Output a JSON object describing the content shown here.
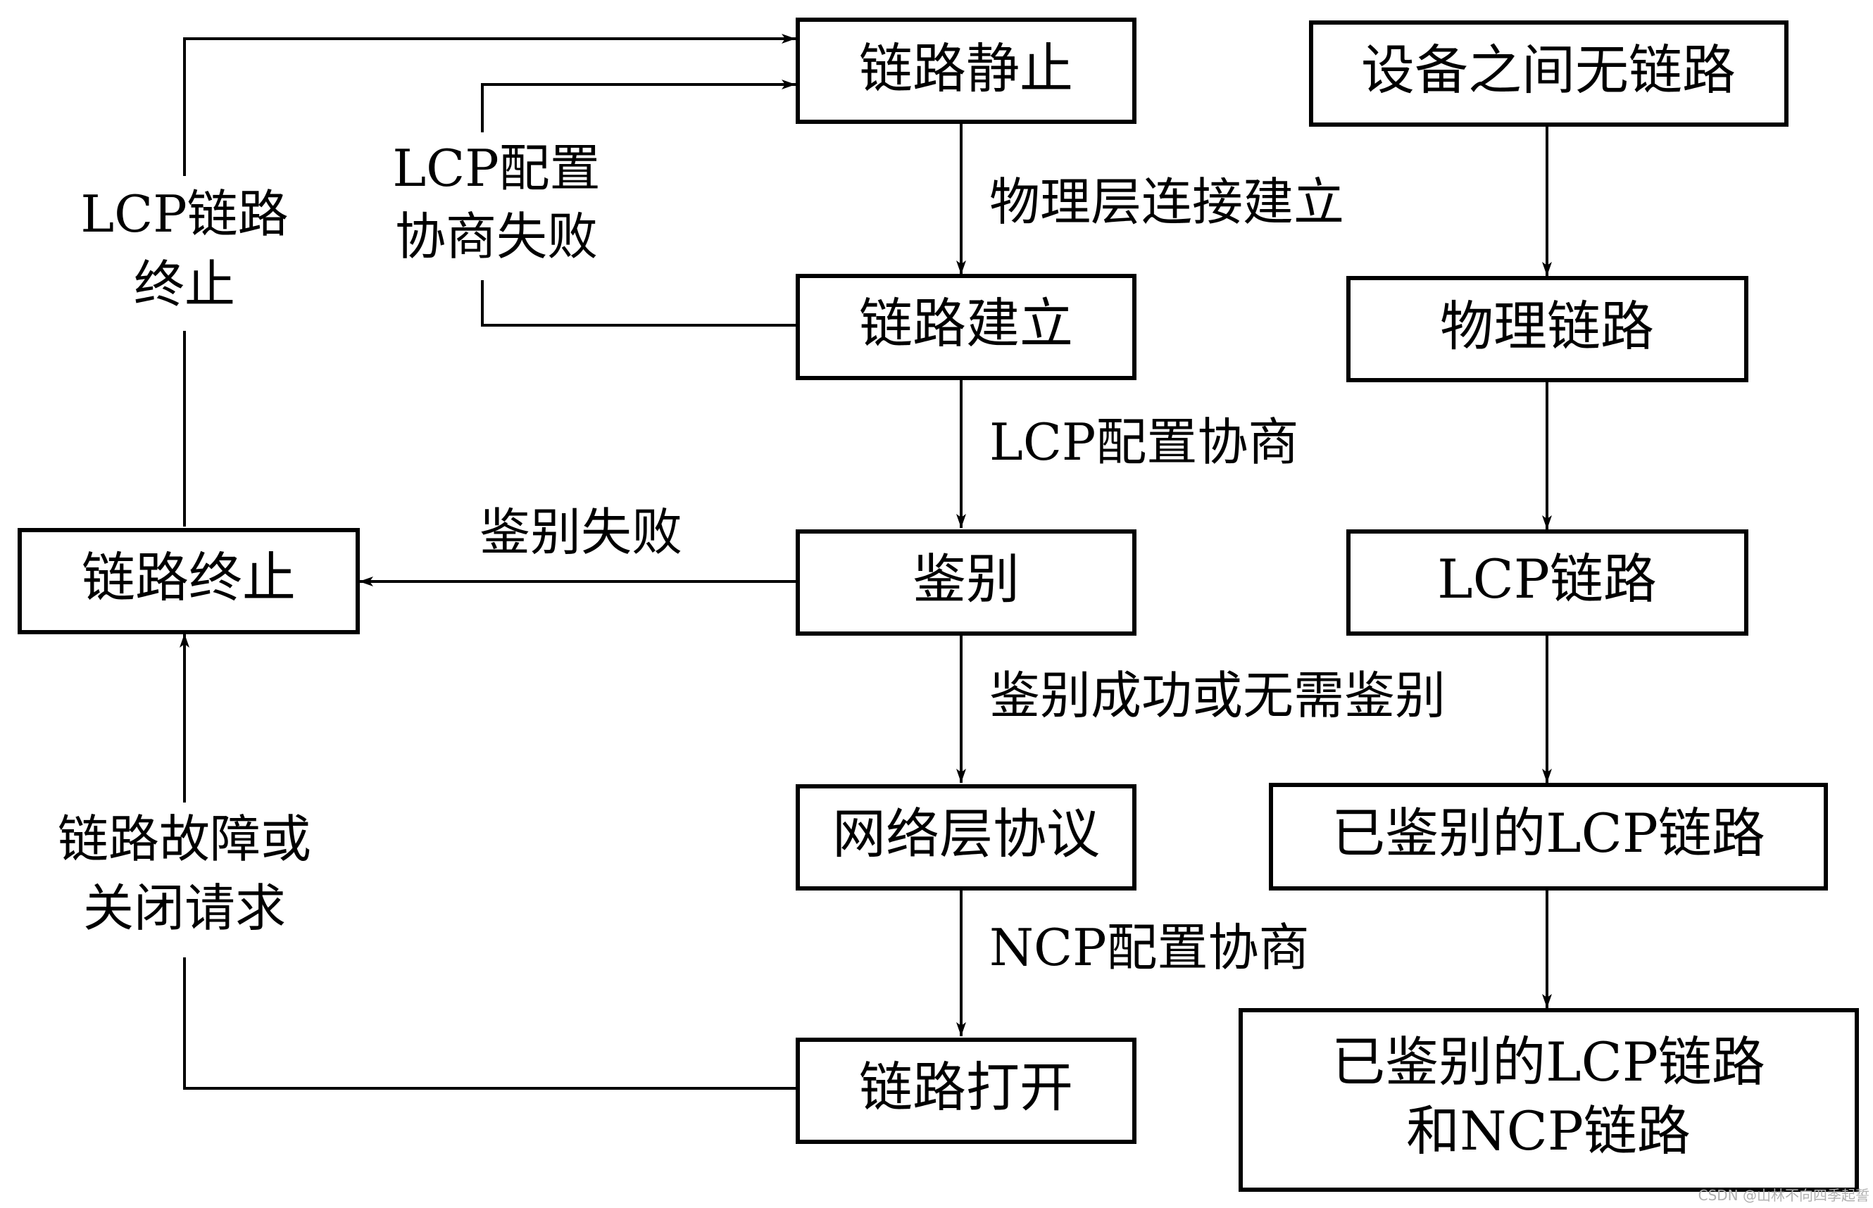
{
  "nodes": {
    "link_dead": "链路静止",
    "link_establish": "链路建立",
    "authenticate": "鉴别",
    "network_layer": "网络层协议",
    "link_open": "链路打开",
    "link_terminate": "链路终止",
    "no_link": "设备之间无链路",
    "physical_link": "物理链路",
    "lcp_link": "LCP链路",
    "auth_lcp_link": "已鉴别的LCP链路",
    "auth_lcp_ncp_line1": "已鉴别的LCP链路",
    "auth_lcp_ncp_line2": "和NCP链路"
  },
  "edges": {
    "physical_up": "物理层连接建立",
    "lcp_negotiate": "LCP配置协商",
    "auth_ok": "鉴别成功或无需鉴别",
    "ncp_negotiate": "NCP配置协商",
    "auth_fail": "鉴别失败",
    "lcp_fail_line1": "LCP配置",
    "lcp_fail_line2": "协商失败",
    "lcp_terminate_line1": "LCP链路",
    "lcp_terminate_line2": "终止",
    "fault_line1": "链路故障或",
    "fault_line2": "关闭请求"
  },
  "watermark": "CSDN @山林不向四季起誓"
}
